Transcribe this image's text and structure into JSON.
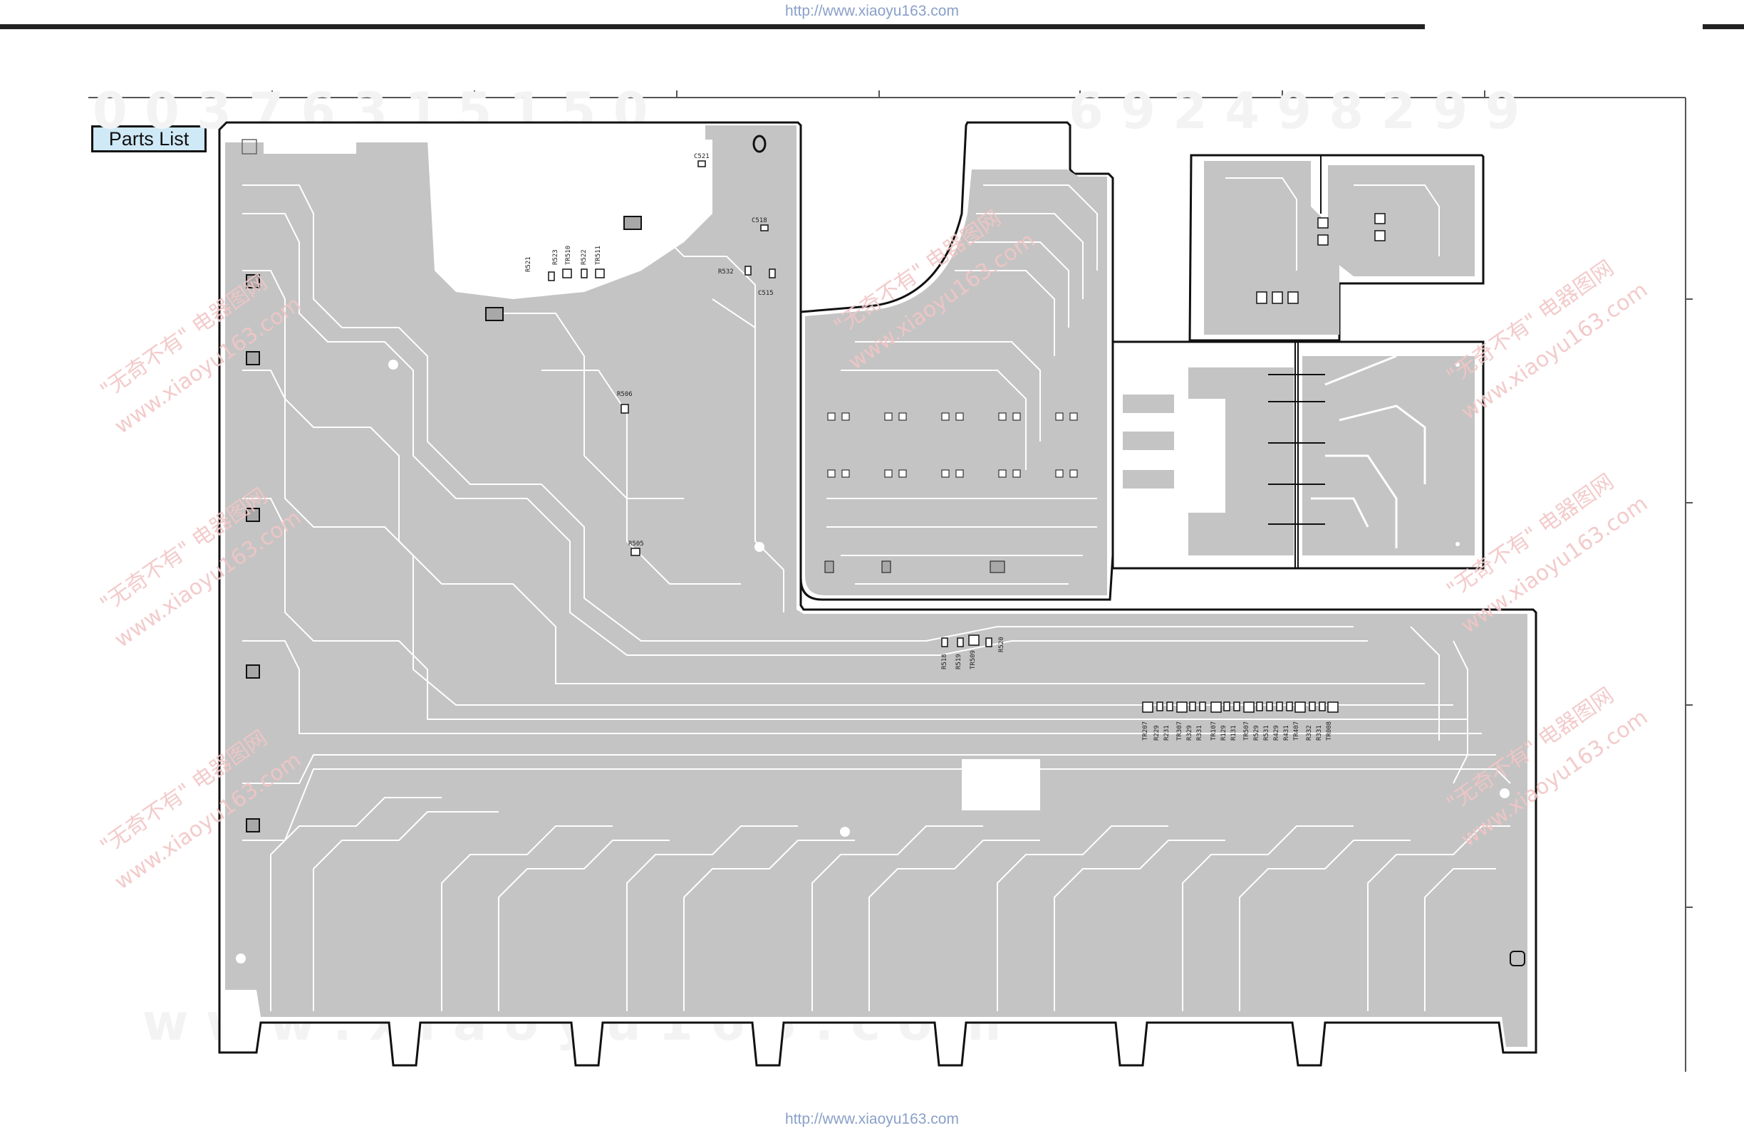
{
  "header": {
    "url_top": "http://www.xiaoyu163.com",
    "url_bottom": "http://www.xiaoyu163.com"
  },
  "nav": {
    "parts_list_label": "Parts List"
  },
  "watermark": {
    "cn_text": "\"无奇不有\" 电器图网",
    "site_text": "www.xiaoyu163.com"
  },
  "component_labels": [
    "C521",
    "C518",
    "C515",
    "R532",
    "R521",
    "R523",
    "TR510",
    "R522",
    "TR511",
    "R506",
    "R505",
    "R518",
    "R519",
    "TR509",
    "R520",
    "TR207",
    "R229",
    "R231",
    "TR307",
    "R329",
    "R331",
    "TR107",
    "R129",
    "R131",
    "TR507",
    "R529",
    "R531",
    "R429",
    "R431",
    "TR407",
    "R332",
    "R331",
    "TR008"
  ],
  "colors": {
    "copper": "#c4c4c4",
    "board_outline": "#111111",
    "watermark_pink": "#f2c6c6",
    "link_blue": "#8aa0c8",
    "button_bg": "#cfe9f6"
  }
}
